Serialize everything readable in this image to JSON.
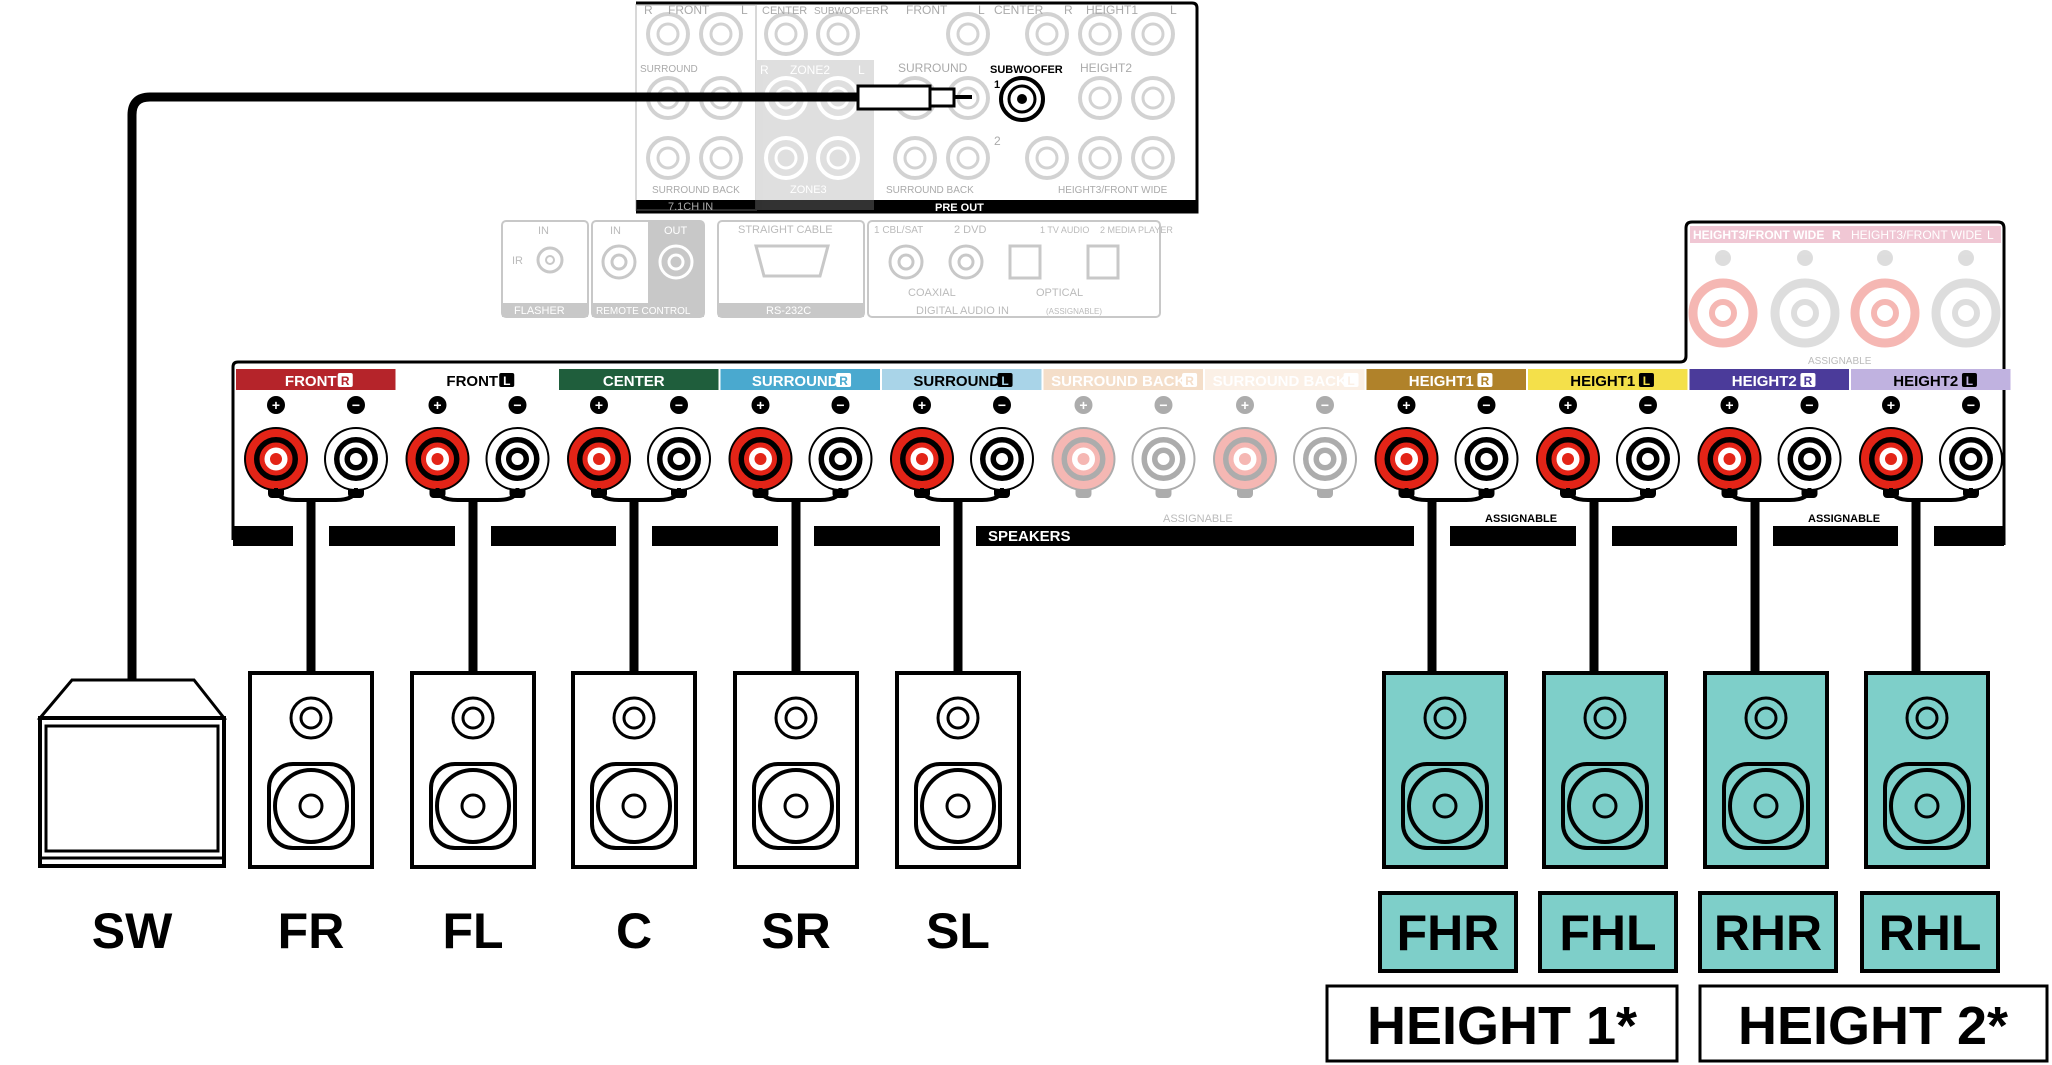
{
  "preout_panel": {
    "top_row_labels": [
      "R",
      "FRONT",
      "L",
      "CENTER",
      "SUBWOOFER",
      "R",
      "FRONT",
      "L",
      "CENTER",
      "R",
      "HEIGHT1",
      "L"
    ],
    "row2_labels": [
      "SURROUND",
      "R",
      "ZONE2",
      "L",
      "SURROUND",
      "HEIGHT2"
    ],
    "subwoofer_label": "SUBWOOFER",
    "subwoofer_number_1": "1",
    "subwoofer_number_2": "2",
    "bottom_labels": [
      "SURROUND BACK",
      "ZONE3",
      "SURROUND BACK",
      "HEIGHT3/FRONT WIDE"
    ],
    "section_71ch": "7.1CH IN",
    "section_preout": "PRE OUT"
  },
  "io_panel": {
    "flasher_in": "IN",
    "flasher_ir": "IR",
    "flasher_label": "FLASHER",
    "remote_in": "IN",
    "remote_out": "OUT",
    "remote_label": "REMOTE CONTROL",
    "rs232_top": "STRAIGHT CABLE",
    "rs232_label": "RS-232C",
    "digital_inputs": [
      "1 CBL/SAT",
      "2 DVD",
      "1 TV AUDIO",
      "2 MEDIA PLAYER"
    ],
    "coaxial": "COAXIAL",
    "optical": "OPTICAL",
    "digital_label": "DIGITAL AUDIO IN",
    "digital_sub": "(ASSIGNABLE)"
  },
  "height3_panel": {
    "labels": [
      "HEIGHT3/FRONT WIDE",
      "R",
      "HEIGHT3/FRONT WIDE",
      "L"
    ],
    "assignable": "ASSIGNABLE"
  },
  "speaker_terminals": {
    "channels": [
      {
        "label": "FRONT",
        "side": "R",
        "color": "#b5242a",
        "text_color": "#ffffff",
        "active": true
      },
      {
        "label": "FRONT",
        "side": "L",
        "color": "#ffffff",
        "text_color": "#000000",
        "active": true
      },
      {
        "label": "CENTER",
        "side": "",
        "color": "#1f5e3c",
        "text_color": "#ffffff",
        "active": true
      },
      {
        "label": "SURROUND",
        "side": "R",
        "color": "#4aa9cf",
        "text_color": "#ffffff",
        "active": true
      },
      {
        "label": "SURROUND",
        "side": "L",
        "color": "#a9d4e8",
        "text_color": "#000000",
        "active": true
      },
      {
        "label": "SURROUND BACK",
        "side": "R",
        "color": "#e09a5a",
        "text_color": "#ffffff",
        "active": false
      },
      {
        "label": "SURROUND BACK",
        "side": "L",
        "color": "#f3d2b4",
        "text_color": "#ffffff",
        "active": false
      },
      {
        "label": "HEIGHT1",
        "side": "R",
        "color": "#b0822a",
        "text_color": "#ffffff",
        "active": true
      },
      {
        "label": "HEIGHT1",
        "side": "L",
        "color": "#f4e04a",
        "text_color": "#000000",
        "active": true
      },
      {
        "label": "HEIGHT2",
        "side": "R",
        "color": "#4b3b9a",
        "text_color": "#ffffff",
        "active": true
      },
      {
        "label": "HEIGHT2",
        "side": "L",
        "color": "#c0b2e0",
        "text_color": "#000000",
        "active": true
      }
    ],
    "plus": "+",
    "minus": "−",
    "speakers_label": "SPEAKERS",
    "assignable_labels": [
      "ASSIGNABLE",
      "ASSIGNABLE",
      "ASSIGNABLE"
    ]
  },
  "speakers": {
    "subwoofer_label": "SW",
    "floor": [
      "FR",
      "FL",
      "C",
      "SR",
      "SL"
    ],
    "height": [
      "FHR",
      "FHL",
      "RHR",
      "RHL"
    ],
    "height_fill": "#7ecfc9"
  },
  "groups": {
    "height1": "HEIGHT 1*",
    "height2": "HEIGHT 2*"
  },
  "colors": {
    "terminal_red": "#e32417",
    "cable": "#000000",
    "ghost_gray": "#9a9a9a"
  }
}
